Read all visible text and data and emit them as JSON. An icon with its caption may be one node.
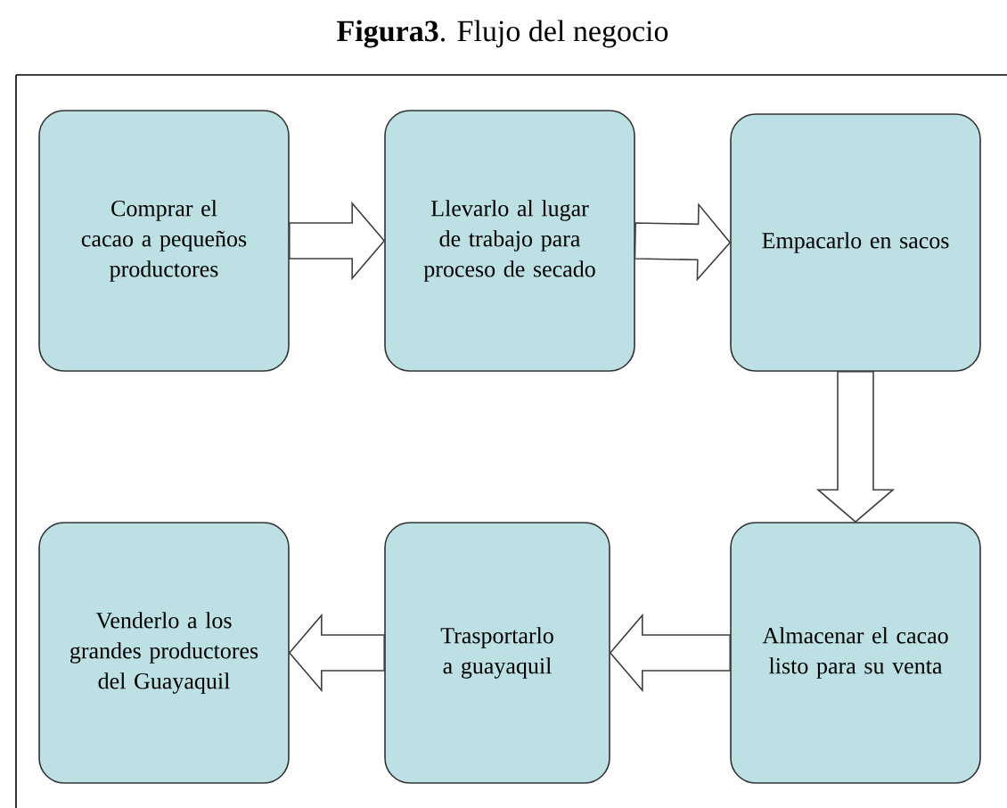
{
  "diagram": {
    "title": "**Figura3**. Flujo del negocio",
    "nodes": [
      {
        "text": [
          "Comprar el cacao a pequeños productores"
        ]
      },
      {
        "text": [
          "Llevarlo al lugar de trabajo para proceso de secado"
        ]
      },
      {
        "text": [
          "Empacarlo en sacos"
        ]
      },
      {
        "text": [
          "Almacenar el cacao listo para su venta"
        ]
      },
      {
        "text": [
          "Trasportarlo a guayaquil"
        ]
      },
      {
        "text": [
          "Venderlo a los grandes productores del Guayaquil"
        ]
      }
    ],
    "edges": [
      {
        "from": 0,
        "to": 1,
        "arrow": "to"
      },
      {
        "from": 1,
        "to": 2,
        "arrow": "to"
      },
      {
        "from": 2,
        "to": 3,
        "arrow": "to"
      },
      {
        "from": 3,
        "to": 4,
        "arrow": "to"
      },
      {
        "from": 4,
        "to": 5,
        "arrow": "to"
      }
    ]
  }
}
